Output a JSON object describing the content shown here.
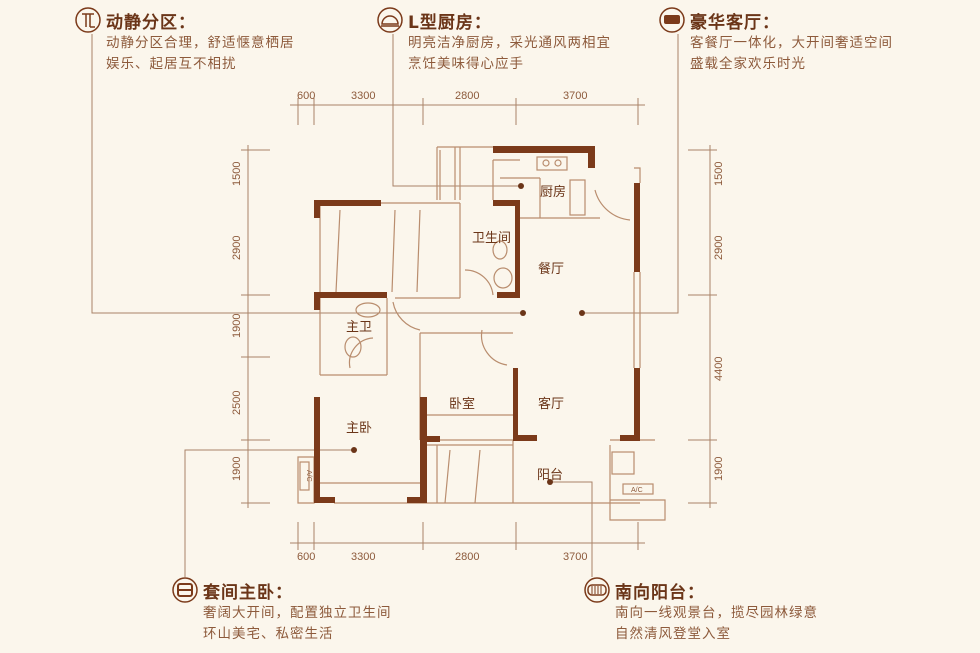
{
  "callouts": [
    {
      "icon": "zoning-icon",
      "title": "动静分区：",
      "lines": [
        "动静分区合理，舒适惬意栖居",
        "娱乐、起居互不相扰"
      ]
    },
    {
      "icon": "kitchen-cloche-icon",
      "title": "L型厨房：",
      "lines": [
        "明亮洁净厨房，采光通风两相宜",
        "烹饪美味得心应手"
      ]
    },
    {
      "icon": "sofa-icon",
      "title": "豪华客厅：",
      "lines": [
        "客餐厅一体化，大开间奢适空间",
        "盛载全家欢乐时光"
      ]
    },
    {
      "icon": "bed-icon",
      "title": "套间主卧：",
      "lines": [
        "奢阔大开间，配置独立卫生间",
        "环山美宅、私密生活"
      ]
    },
    {
      "icon": "balcony-railing-icon",
      "title": "南向阳台：",
      "lines": [
        "南向一线观景台，揽尽园林绿意",
        "自然清风登堂入室"
      ]
    }
  ],
  "rooms": {
    "kitchen": "厨房",
    "bathroom": "卫生间",
    "dining": "餐厅",
    "master_bath": "主卫",
    "bedroom": "卧室",
    "living": "客厅",
    "master_bedroom": "主卧",
    "balcony": "阳台"
  },
  "ac_label": "A/C",
  "dimensions": {
    "top": [
      "600",
      "3300",
      "2800",
      "3700"
    ],
    "bottom": [
      "600",
      "3300",
      "2800",
      "3700"
    ],
    "left": [
      "1500",
      "2900",
      "1900",
      "2500",
      "1900"
    ],
    "right": [
      "1500",
      "2900",
      "4400",
      "1900"
    ]
  }
}
